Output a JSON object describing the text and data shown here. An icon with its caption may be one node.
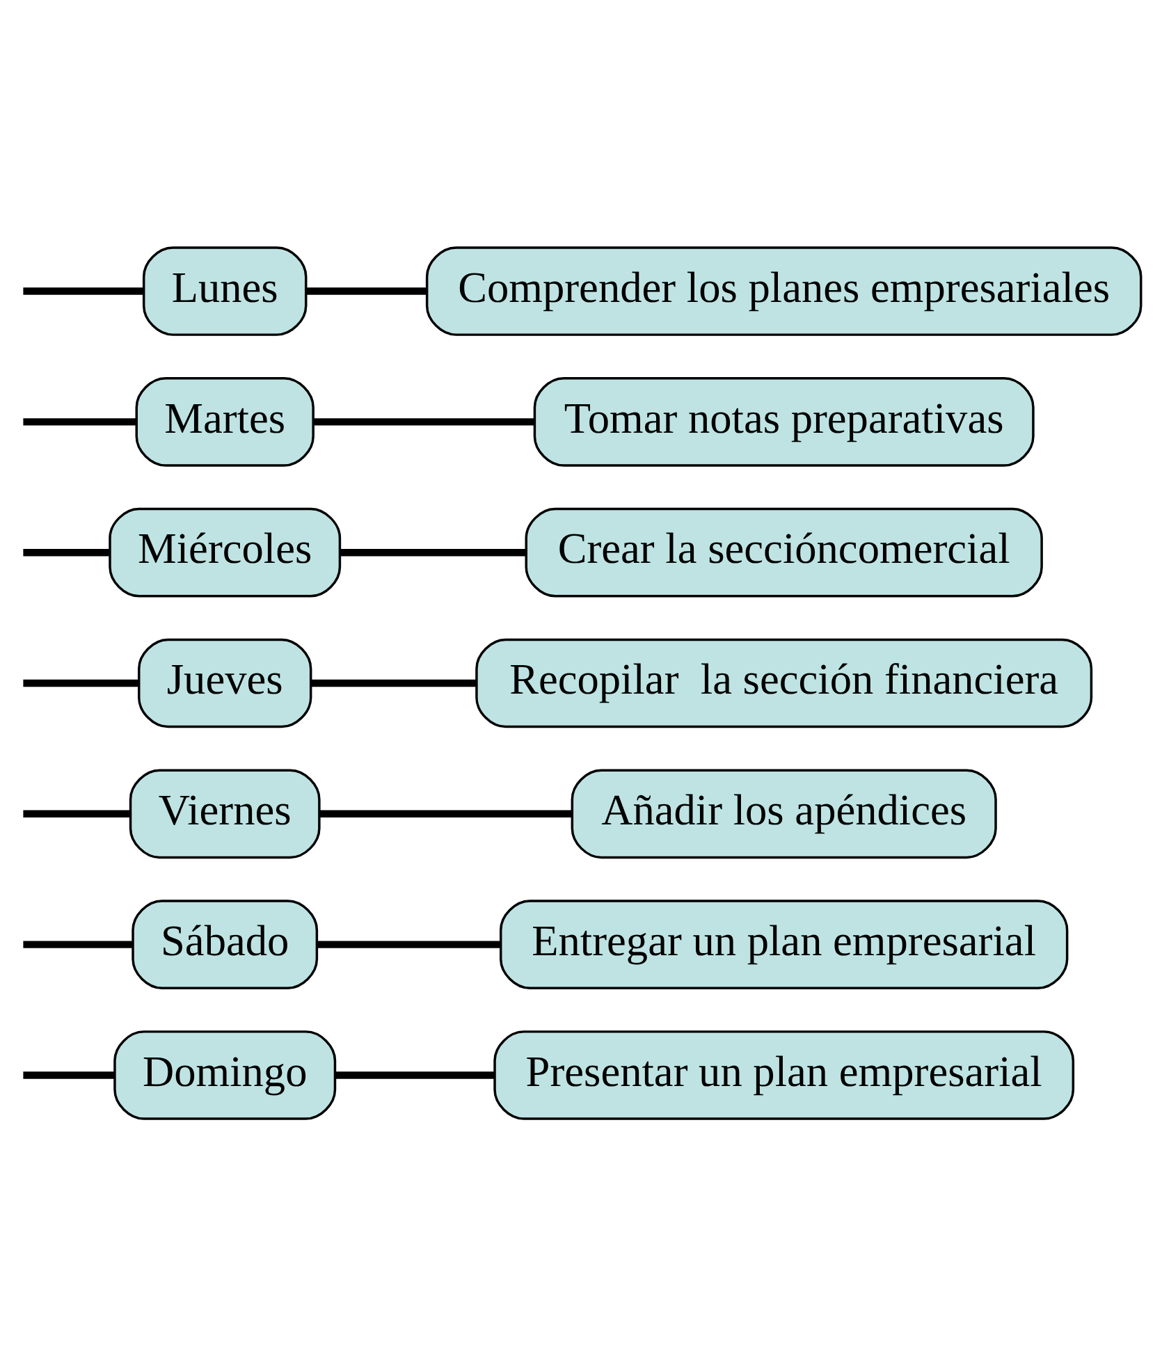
{
  "diagram": {
    "nodes": [
      {
        "text": [
          "Lunes"
        ]
      },
      {
        "text": [
          "Comprender los planes empresariales"
        ]
      },
      {
        "text": [
          "Martes"
        ]
      },
      {
        "text": [
          "Tomar notas preparativas"
        ]
      },
      {
        "text": [
          "Miércoles"
        ]
      },
      {
        "text": [
          "Crear la seccióncomercial"
        ]
      },
      {
        "text": [
          "Jueves"
        ]
      },
      {
        "text": [
          "Recopilar  la sección financiera"
        ]
      },
      {
        "text": [
          "Viernes"
        ]
      },
      {
        "text": [
          "Añadir los apéndices"
        ]
      },
      {
        "text": [
          "Sábado"
        ]
      },
      {
        "text": [
          "Entregar un plan empresarial"
        ]
      },
      {
        "text": [
          "Domingo"
        ]
      },
      {
        "text": [
          "Presentar un plan empresarial"
        ]
      }
    ],
    "edges": [
      {
        "from": null,
        "to": 0,
        "arrow": "none"
      },
      {
        "from": 0,
        "to": 1,
        "arrow": "none"
      },
      {
        "from": null,
        "to": 2,
        "arrow": "none"
      },
      {
        "from": 2,
        "to": 3,
        "arrow": "none"
      },
      {
        "from": null,
        "to": 4,
        "arrow": "none"
      },
      {
        "from": 4,
        "to": 5,
        "arrow": "none"
      },
      {
        "from": null,
        "to": 6,
        "arrow": "none"
      },
      {
        "from": 6,
        "to": 7,
        "arrow": "none"
      },
      {
        "from": null,
        "to": 8,
        "arrow": "none"
      },
      {
        "from": 8,
        "to": 9,
        "arrow": "none"
      },
      {
        "from": null,
        "to": 10,
        "arrow": "none"
      },
      {
        "from": 10,
        "to": 11,
        "arrow": "none"
      },
      {
        "from": null,
        "to": 12,
        "arrow": "none"
      },
      {
        "from": 12,
        "to": 13,
        "arrow": "none"
      }
    ]
  }
}
